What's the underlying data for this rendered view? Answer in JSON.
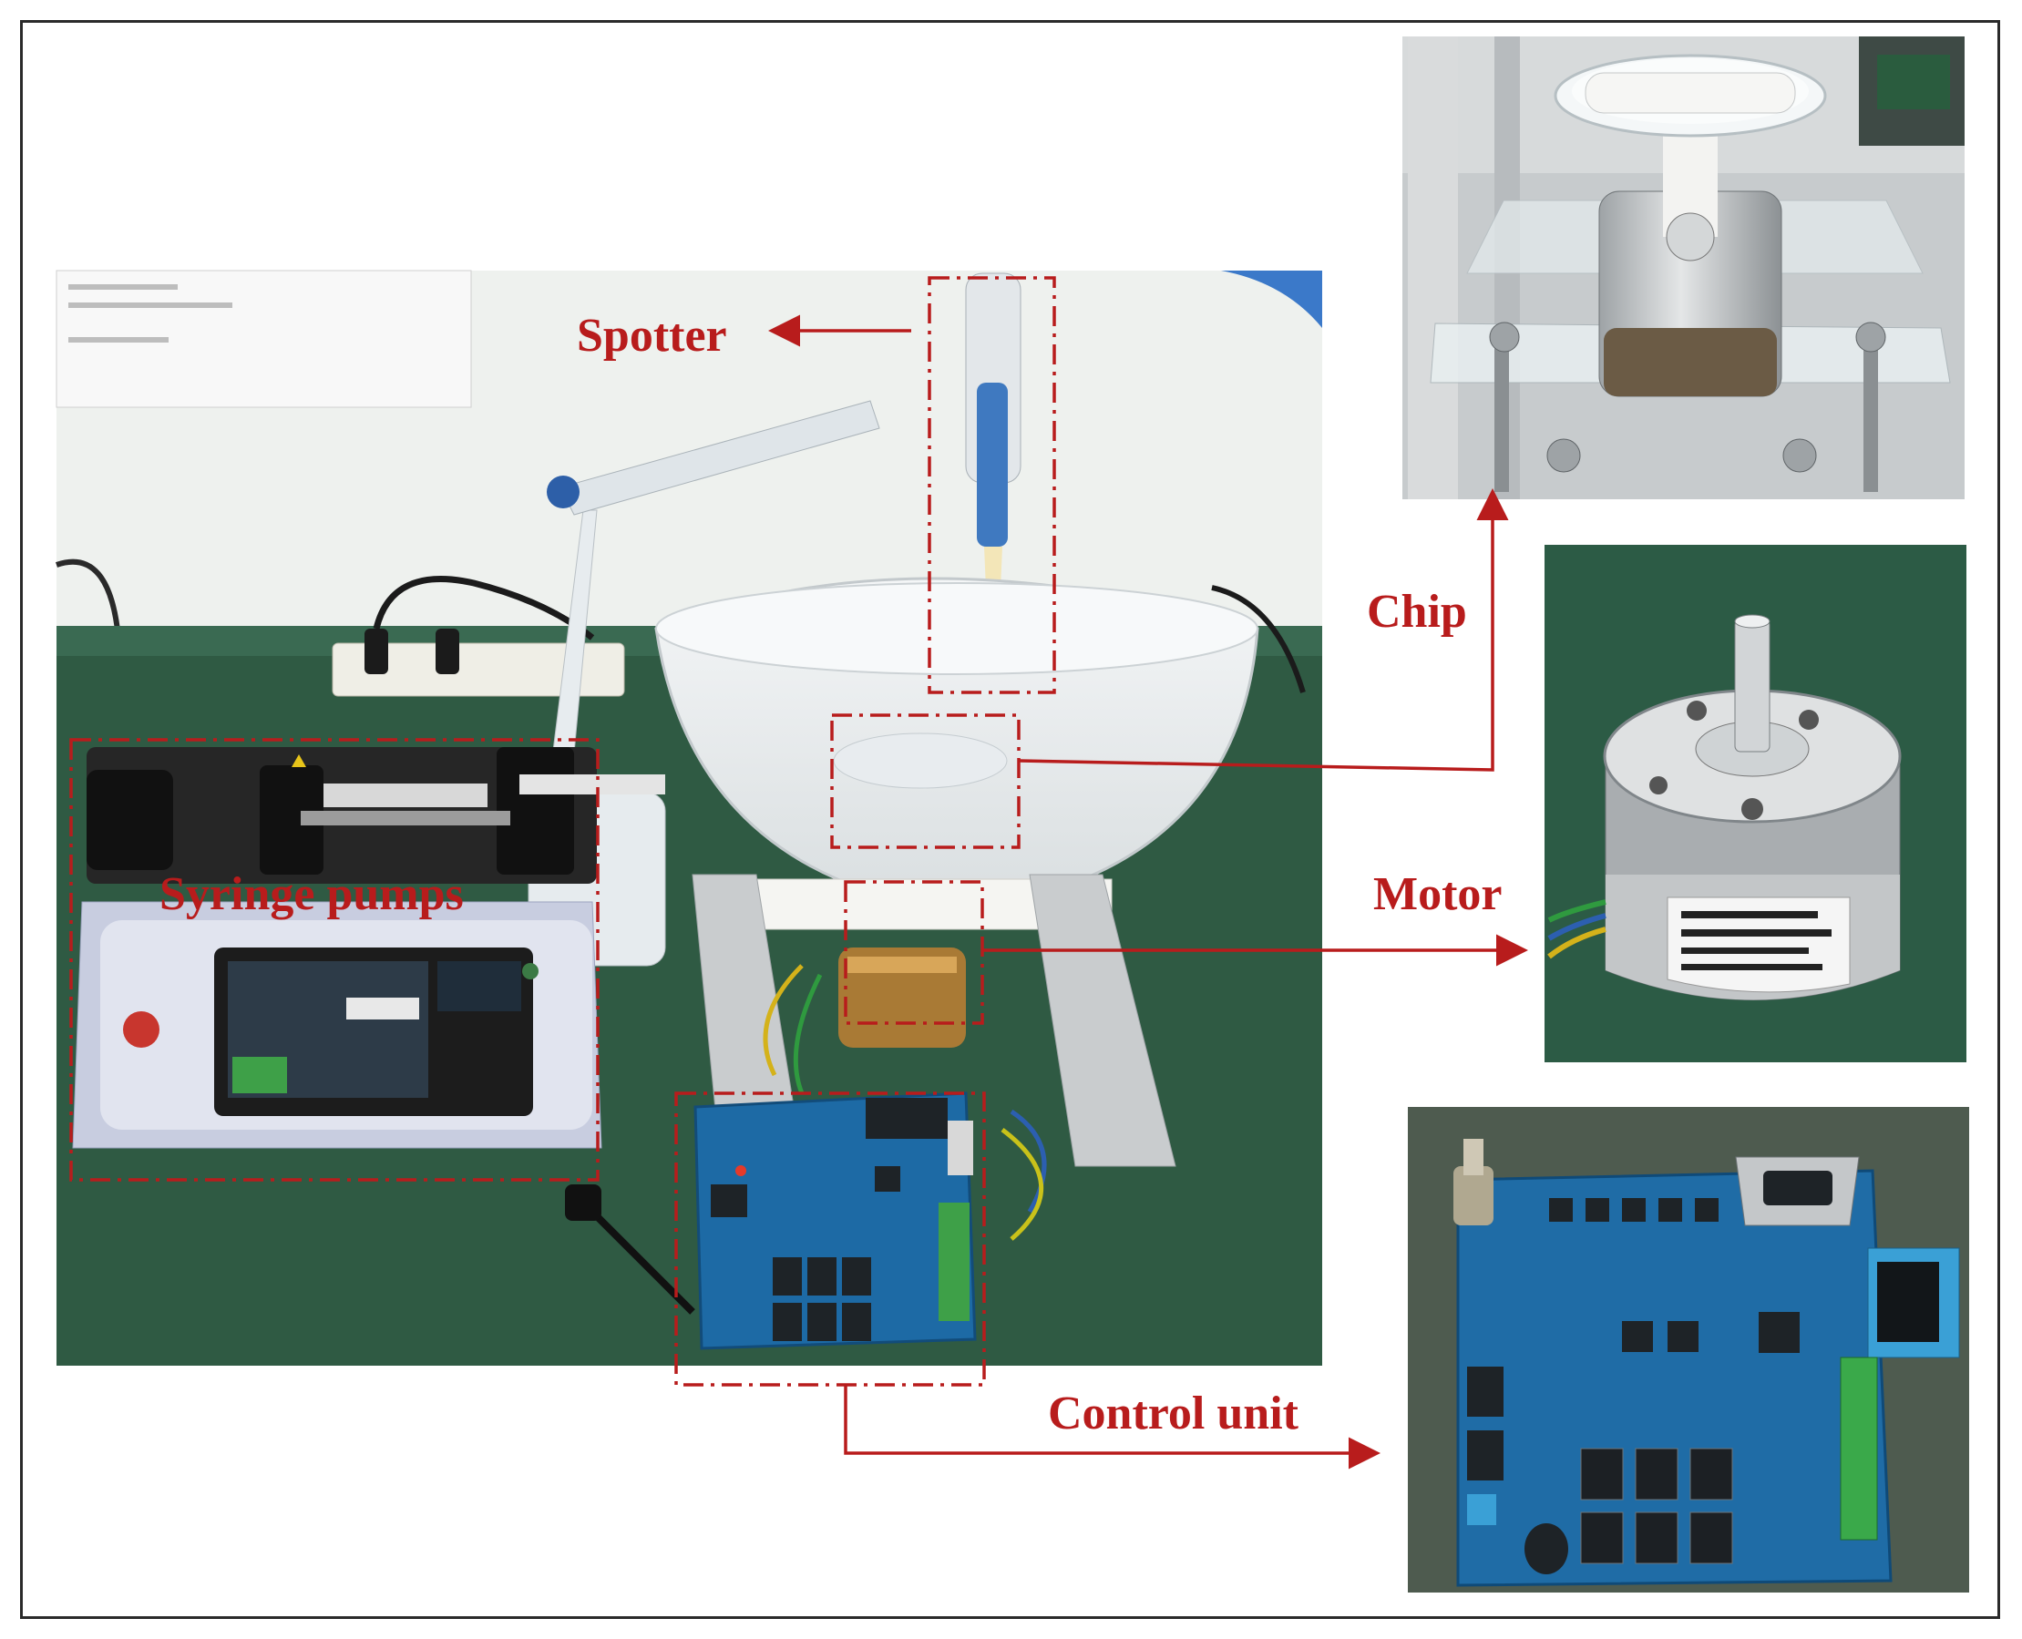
{
  "labels": {
    "spotter": "Spotter",
    "syringe_pumps": "Syringe pumps",
    "chip": "Chip",
    "motor": "Motor",
    "control_unit": "Control unit"
  },
  "colors": {
    "annotation_red": "#b81c1c",
    "bench_green": "#2f5a43",
    "wall_white": "#eef1ee",
    "pcb_blue": "#1d6aa5",
    "aluminium": "#c9ccce",
    "photo_gray": "#8f9391"
  }
}
